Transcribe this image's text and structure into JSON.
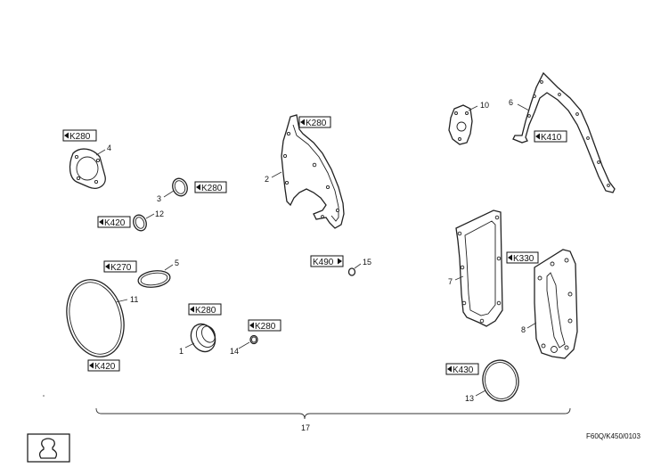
{
  "refs": {
    "r1": "K280",
    "r2": "K280",
    "r3": "K280",
    "r4": "K420",
    "r5": "K270",
    "r6": "K420",
    "r7": "K280",
    "r8": "K280",
    "r9": "K490",
    "r10": "K410",
    "r11": "K330",
    "r12": "K430"
  },
  "parts": {
    "p1": "1",
    "p2": "2",
    "p3": "3",
    "p4": "4",
    "p5": "5",
    "p6": "6",
    "p7": "7",
    "p8": "8",
    "p10": "10",
    "p11": "11",
    "p12": "12",
    "p13": "13",
    "p14": "14",
    "p15": "15",
    "p17": "17"
  },
  "drawing_code": "F60Q/K450/0103",
  "icons": {
    "symbol": "gasket-kit-icon"
  }
}
